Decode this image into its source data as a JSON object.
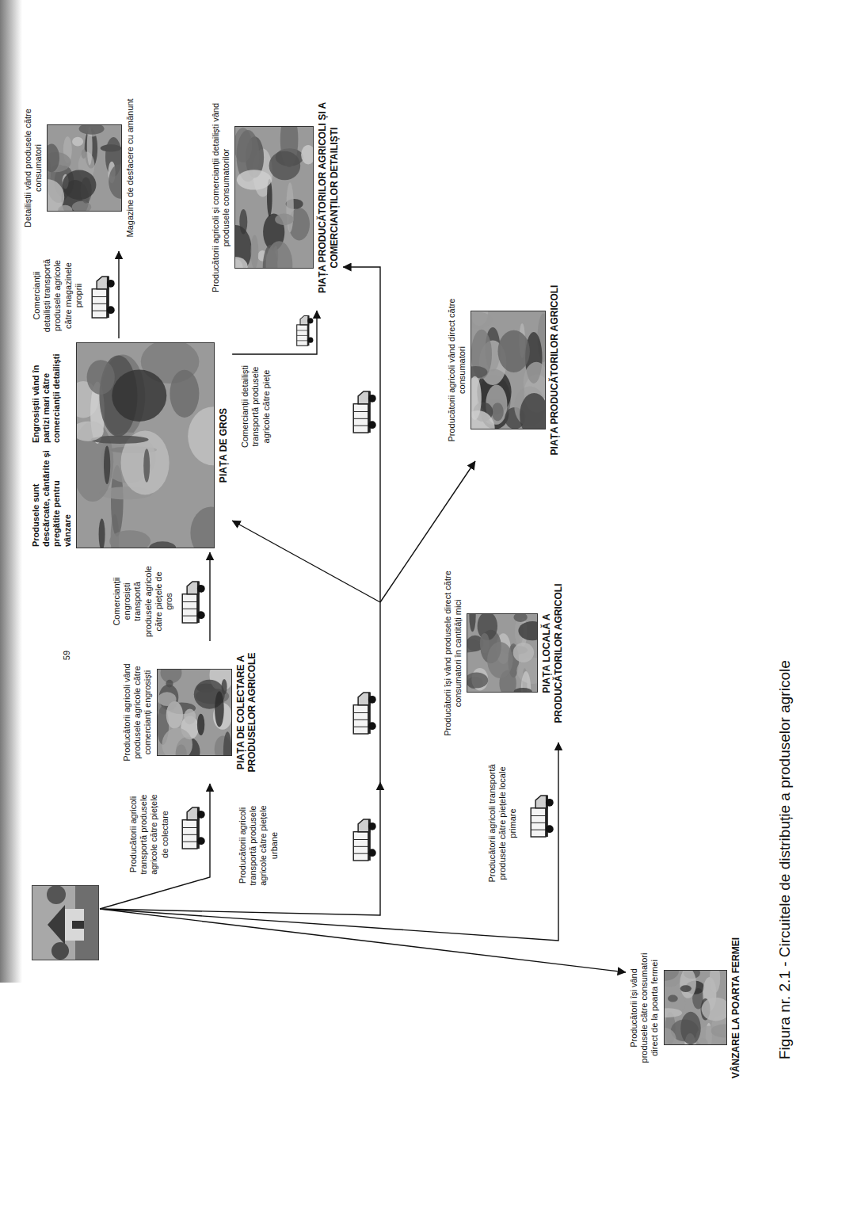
{
  "diagram": {
    "caption": "Figura nr. 2.1 - Circuitele de distribuție a produselor agricole",
    "nodes": [
      {
        "text": [
          "Producătorii agricoli vând produsele agricole către comercianți engrosiști",
          "PIAȚA DE COLECTARE A PRODUSELOR AGRICOLE"
        ]
      },
      {
        "text": [
          "Produsele sunt descărcate, cântărite și pregătite pentru vânzare",
          "Engrosiștii vând în partizi mari către comercianții detailiști",
          "PIAȚA DE GROS"
        ]
      },
      {
        "text": [
          "Detailiștii vând produsele către consumatori",
          "Magazine de desfacere cu amănunt"
        ]
      },
      {
        "text": [
          "Producătorii agricoli și comercianții detailiști vând produsele consumatorilor",
          "PIAȚA PRODUCĂTORILOR AGRICOLI ȘI A COMERCIANȚILOR DETAILIȘTI"
        ]
      },
      {
        "text": [
          "Producătorii agricoli vând direct către consumatori",
          "PIAȚA PRODUCĂTORILOR AGRICOLI"
        ]
      },
      {
        "text": [
          "Producătorii își vând produsele direct către consumatori în cantități mici",
          "PIAȚA LOCALĂ A PRODUCĂTORILOR AGRICOLI"
        ]
      },
      {
        "text": [
          "Producătorii își vând produsele către consumatori direct de la poarta fermei",
          "VÂNZARE LA POARTA FERMEI"
        ]
      }
    ],
    "edges": [
      {
        "from": 0,
        "to": 1,
        "arrow": "to",
        "label": "Comercianții engrosiști transportă produsele agricole către piețele de gros"
      },
      {
        "from": 1,
        "to": 2,
        "arrow": "to",
        "label": "Comercianții detailiști transportă produsele agricole către magazinele proprii"
      },
      {
        "from": 1,
        "to": 3,
        "arrow": "to",
        "label": "Comercianții detailiști transportă produsele agricole către piețe"
      }
    ],
    "labels": [
      "Producătorii agricoli transportă produsele agricole către piețele de colectare",
      "Producătorii agricoli transportă produsele agricole către piețele urbane",
      "Producătorii agricoli transportă produsele către piețele locale primare",
      "59"
    ]
  }
}
